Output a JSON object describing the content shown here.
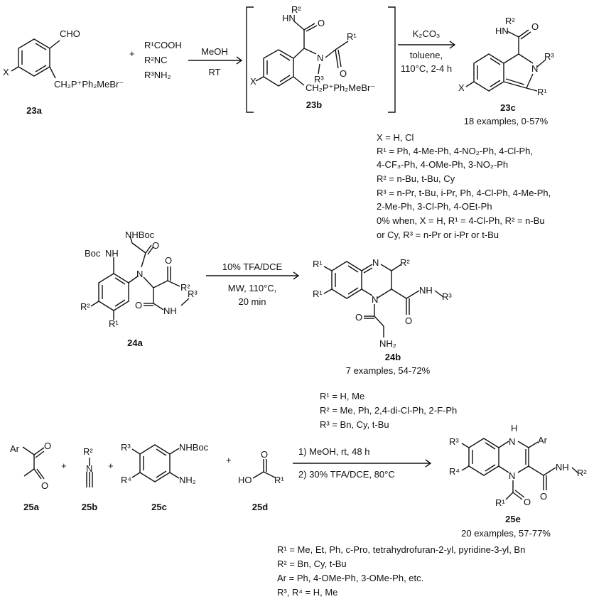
{
  "scheme1": {
    "reactant_formula": "CHO",
    "reactant_sub": "X",
    "reactant_phos": "CH₂P⁺Ph₂MeBr⁻",
    "reactant_label": "23a",
    "plus": "+",
    "reagents": [
      "R¹COOH",
      "R²NC",
      "R³NH₂"
    ],
    "cond1": [
      "MeOH",
      "RT"
    ],
    "intermediate_label": "23b",
    "intermediate_phos": "CH₂P⁺Ph₂MeBr⁻",
    "cond2": [
      "K₂CO₃",
      "toluene,",
      "110°C, 2-4 h"
    ],
    "product_label": "23c",
    "yield": "18 examples, 0-57%",
    "notes": [
      "X = H, Cl",
      "R¹ = Ph, 4-Me-Ph, 4-NO₂-Ph, 4-Cl-Ph,",
      "4-CF₃-Ph, 4-OMe-Ph, 3-NO₂-Ph",
      "R² = n-Bu, t-Bu, Cy",
      "R³ = n-Pr, t-Bu, i-Pr, Ph, 4-Cl-Ph, 4-Me-Ph,",
      "2-Me-Ph, 3-Cl-Ph, 4-OEt-Ph",
      "0% when, X = H, R¹ = 4-Cl-Ph, R² = n-Bu",
      "or Cy, R³ = n-Pr or i-Pr or t-Bu"
    ]
  },
  "scheme2": {
    "reactant_label": "24a",
    "cond": [
      "10% TFA/DCE",
      "MW, 110°C,",
      "20 min"
    ],
    "product_label": "24b",
    "yield": "7 examples, 54-72%",
    "notes": [
      "R¹ = H, Me",
      "R² = Me, Ph, 2,4-di-Cl-Ph, 2-F-Ph",
      "R³ = Bn, Cy, t-Bu"
    ]
  },
  "scheme3": {
    "labels": [
      "25a",
      "25b",
      "25c",
      "25d"
    ],
    "cond": [
      "1) MeOH, rt, 48 h",
      "2) 30% TFA/DCE, 80°C"
    ],
    "product_label": "25e",
    "yield": "20 examples, 57-77%",
    "notes": [
      "R¹ = Me, Et, Ph, c-Pro, tetrahydrofuran-2-yl, pyridine-3-yl, Bn",
      "R² = Bn, Cy, t-Bu",
      "Ar = Ph, 4-OMe-Ph, 3-OMe-Ph, etc.",
      "R³, R⁴ = H, Me"
    ]
  },
  "atoms": {
    "HN": "HN",
    "H": "H",
    "N": "N",
    "O": "O",
    "NH": "NH",
    "NH2": "NH₂",
    "NHBoc": "NHBoc",
    "Boc": "Boc",
    "HO": "HO",
    "Ar": "Ar",
    "R1": "R¹",
    "R2": "R²",
    "R3": "R³",
    "R4": "R⁴",
    "X": "X"
  }
}
